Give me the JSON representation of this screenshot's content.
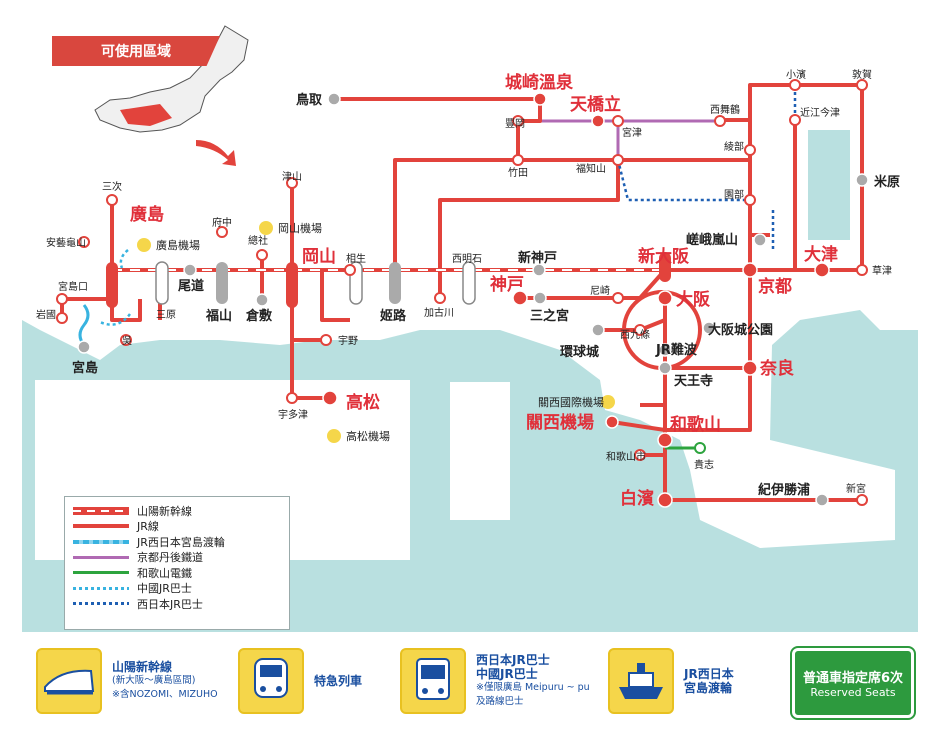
{
  "header": {
    "title": "可使用區域"
  },
  "stations": {
    "tottori": "鳥取",
    "kinosaki": "城崎溫泉",
    "amanohashidate": "天橋立",
    "toyooka": "豐岡",
    "miyazu": "宮津",
    "nishimaizuru": "西舞鶴",
    "obama": "小濱",
    "tsuruga": "敦賀",
    "omiimazu": "近江今津",
    "ayabe": "綾部",
    "fukuchiyama": "福知山",
    "takeda": "竹田",
    "sonobe": "園部",
    "maibara": "米原",
    "saga": "嵯峨嵐山",
    "otsu": "大津",
    "kusatsu": "草津",
    "kyoto": "京都",
    "shinosaka": "新大阪",
    "osaka": "大阪",
    "amagasaki": "尼崎",
    "shinkobe": "新神戸",
    "kobe": "神戸",
    "sannomiya": "三之宮",
    "nishiakashi": "西明石",
    "kakogawa": "加古川",
    "himeji": "姬路",
    "aioi": "相生",
    "okayama": "岡山",
    "kurashiki": "倉敷",
    "soja": "總社",
    "fukuyama": "福山",
    "onomichi": "尾道",
    "mihara": "三原",
    "hiroshima": "廣島",
    "miyoshi": "三次",
    "akikameyama": "安藝龜山",
    "miyajimaguchi": "宮島口",
    "iwakuni": "岩國",
    "kure": "吳",
    "miyajima": "宮島",
    "tsuyama": "津山",
    "fuchu": "府中",
    "uno": "宇野",
    "uzu": "宇多津",
    "takamatsu": "高松",
    "universal": "環球城",
    "nishikujo": "西九條",
    "osakajokoen": "大阪城公園",
    "jrnamba": "JR難波",
    "tennoji": "天王寺",
    "nara": "奈良",
    "kix": "關西機場",
    "wakayama": "和歌山",
    "wakayamashi": "和歌山市",
    "kishi": "貴志",
    "shirahama": "白濱",
    "kiikatsuura": "紀伊勝浦",
    "shingu": "新宮"
  },
  "airports": {
    "hiroshima": "廣島機場",
    "okayama": "岡山機場",
    "takamatsu": "高松機場",
    "kansai": "關西國際機場"
  },
  "legend": {
    "items": [
      {
        "label": "山陽新幹線",
        "type": "shinkansen"
      },
      {
        "label": "JR線",
        "type": "jr"
      },
      {
        "label": "JR西日本宮島渡輪",
        "type": "ferry"
      },
      {
        "label": "京都丹後鐵道",
        "type": "tango"
      },
      {
        "label": "和歌山電鐵",
        "type": "wakayama"
      },
      {
        "label": "中國JR巴士",
        "type": "chugoku-bus"
      },
      {
        "label": "西日本JR巴士",
        "type": "west-bus"
      }
    ]
  },
  "bottom": {
    "shinkansen_title": "山陽新幹線",
    "shinkansen_sub1": "(新大阪～廣島區間)",
    "shinkansen_sub2": "※含NOZOMI、MIZUHO",
    "express": "特急列車",
    "bus_title1": "西日本JR巴士",
    "bus_title2": "中國JR巴士",
    "bus_sub1": "※僅限廣島 Meipuru ~ pu",
    "bus_sub2": "及路線巴士",
    "ferry_title1": "JR西日本",
    "ferry_title2": "宮島渡輪",
    "seat_1": "普通車指定席6次",
    "seat_2": "Reserved Seats"
  },
  "colors": {
    "jr": "#e2433c",
    "shinkansen": "#e2433c",
    "tango": "#b06ab3",
    "wakayama": "#2da43e",
    "chugoku_bus": "#38b3e0",
    "west_bus": "#1e5fb3",
    "sea": "#b9e0e0",
    "land": "#ffffff"
  }
}
